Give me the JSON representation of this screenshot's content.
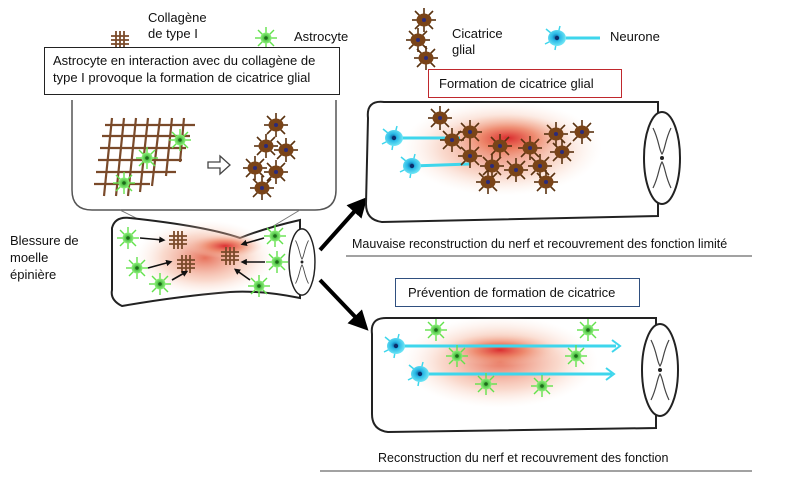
{
  "legend": {
    "collagen": {
      "line1": "Collagène",
      "line2": "de type I",
      "icon": "collagen-grid-icon"
    },
    "astrocyte": {
      "label": "Astrocyte",
      "icon": "astrocyte-icon"
    },
    "scar": {
      "line1": "Cicatrice",
      "line2": "glial",
      "icon": "glial-scar-icon"
    },
    "neuron": {
      "label": "Neurone",
      "icon": "neuron-icon"
    }
  },
  "callout": {
    "line1": "Astrocyte en interaction avec du collagène de",
    "line2": "type I provoque la formation de cicatrice glial"
  },
  "injury": {
    "line1": "Blessure de",
    "line2": "moelle",
    "line3": "épinière"
  },
  "top_branch": {
    "box_label": "Formation de cicatrice glial",
    "caption": "Mauvaise reconstruction du nerf et recouvrement des fonction limité"
  },
  "bottom_branch": {
    "box_label": "Prévention de formation de cicatrice",
    "caption": "Reconstruction du nerf et recouvrement des fonction"
  },
  "colors": {
    "collagen": "#7a4a2a",
    "astrocyte": "#5ee04a",
    "scar": "#6b3a14",
    "neuron": "#2bd3ea",
    "lesion": "#e8543c",
    "top_box_border": "#c0282d",
    "bottom_box_border": "#2f4f7f"
  }
}
